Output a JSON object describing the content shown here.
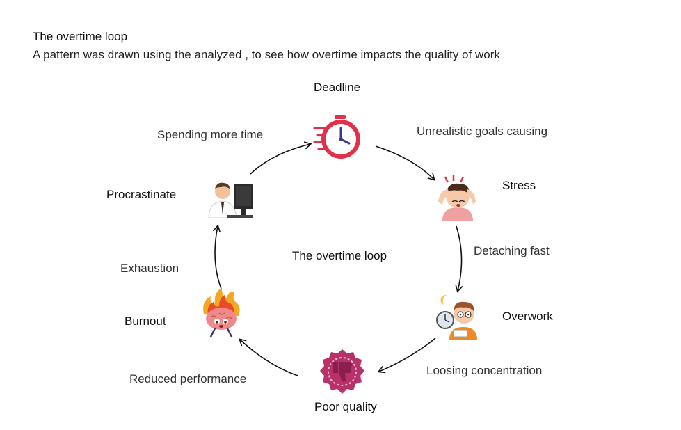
{
  "header": {
    "title": "The overtime loop",
    "subtitle": "A pattern was drawn using the analyzed , to see how overtime impacts the quality of work"
  },
  "center_label": "The overtime loop",
  "nodes": {
    "deadline": "Deadline",
    "stress": "Stress",
    "overwork": "Overwork",
    "poor_quality": "Poor quality",
    "burnout": "Burnout",
    "procrastinate": "Procrastinate"
  },
  "transitions": {
    "unrealistic_goals": "Unrealistic goals causing",
    "detaching_fast": "Detaching fast",
    "loosing_concentration": "Loosing concentration",
    "reduced_performance": "Reduced performance",
    "exhaustion": "Exhaustion",
    "spending_more_time": "Spending more time"
  },
  "icons": {
    "deadline": "clock-icon",
    "stress": "stressed-person-icon",
    "overwork": "tired-worker-icon",
    "poor_quality": "thumbs-down-badge-icon",
    "burnout": "burning-brain-icon",
    "procrastinate": "office-worker-icon"
  },
  "colors": {
    "clock": "#e0304a",
    "badge": "#b8326a",
    "flame": "#f5a623",
    "brain": "#f08a8a",
    "arrow": "#111111"
  }
}
